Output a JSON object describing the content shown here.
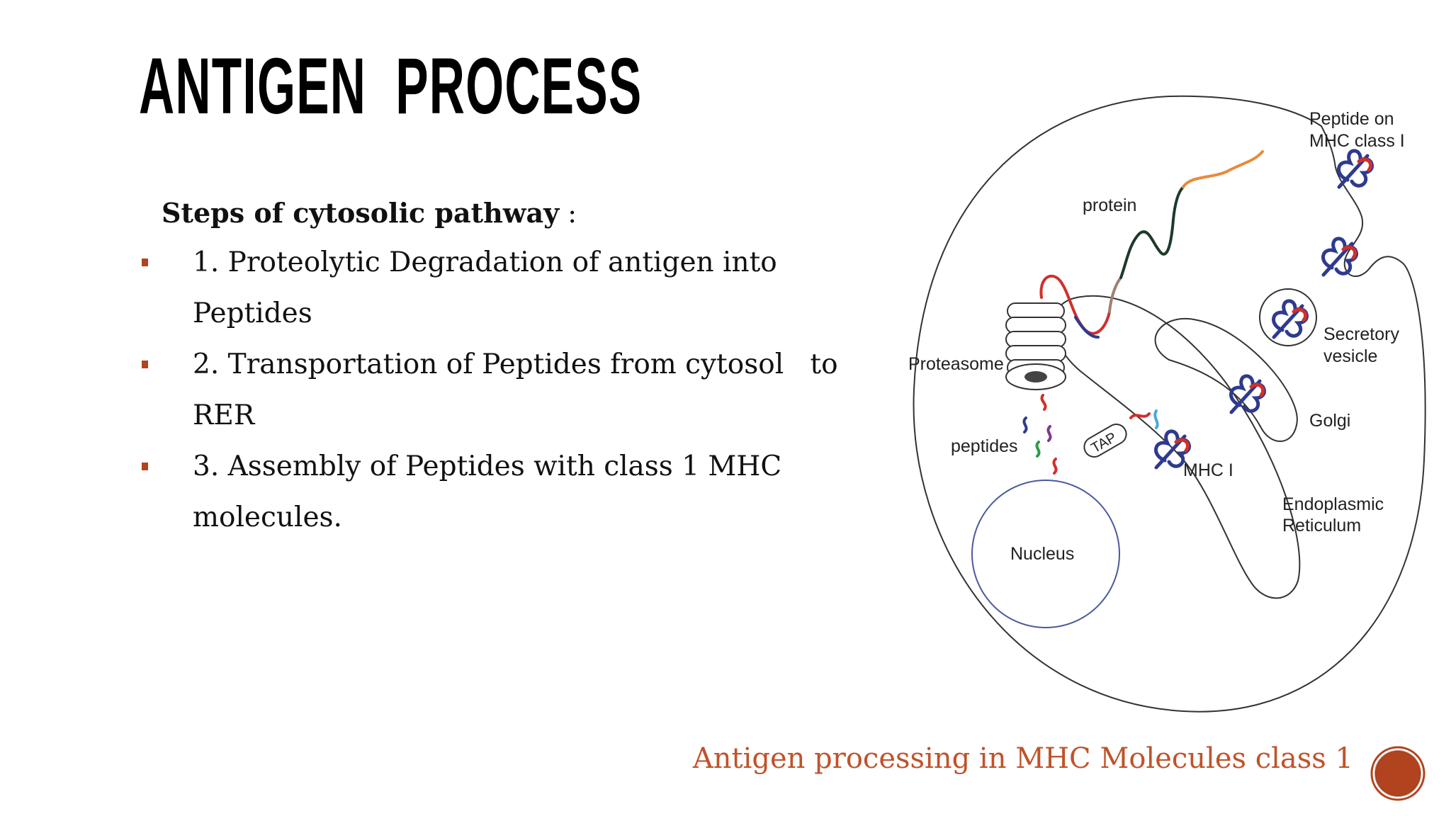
{
  "slide": {
    "title": "ANTIGEN  PROCESS",
    "heading_bold": "Steps of cytosolic pathway",
    "heading_suffix": " :",
    "steps": [
      {
        "label": "1. Proteolytic Degradation of antigen into",
        "continuation": "Peptides"
      },
      {
        "label": "2. Transportation of Peptides from cytosol",
        "tail": "to RER"
      },
      {
        "label": "3. Assembly of Peptides with class 1 MHC",
        "continuation": "molecules."
      }
    ],
    "caption": "Antigen processing in MHC Molecules class 1"
  },
  "diagram": {
    "labels": {
      "protein": "protein",
      "proteasome": "Proteasome",
      "peptides": "peptides",
      "tap": "TAP",
      "mhc1": "MHC I",
      "nucleus": "Nucleus",
      "er_line1": "Endoplasmic",
      "er_line2": "Reticulum",
      "golgi": "Golgi",
      "vesicle_line1": "Secretory",
      "vesicle_line2": "vesicle",
      "surface_line1": "Peptide on",
      "surface_line2": "MHC class I"
    }
  },
  "colors": {
    "accent": "#b1441e",
    "caption": "#c0532a",
    "mhc_blue": "#2e3a8f",
    "peptide_red": "#d0302a",
    "nucleus_outline": "#4a5a9a"
  }
}
